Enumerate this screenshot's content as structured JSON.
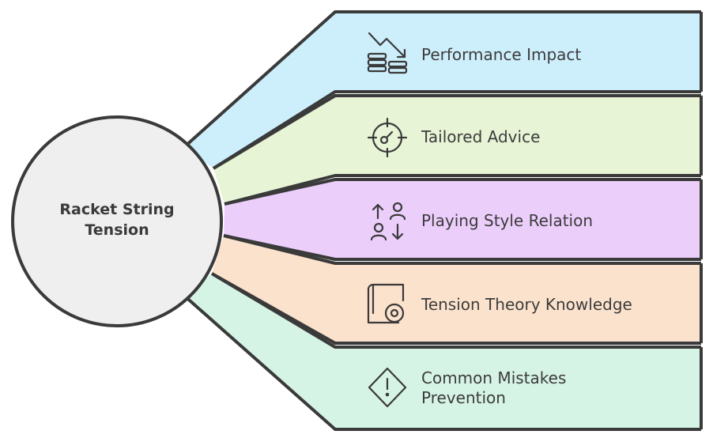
{
  "center": {
    "label_line1": "Racket String",
    "label_line2": "Tension"
  },
  "branches": [
    {
      "lines": [
        "Performance Impact"
      ],
      "icon": "chart-down-coins-icon",
      "color": "#cdeefb"
    },
    {
      "lines": [
        "Tailored Advice"
      ],
      "icon": "target-gauge-icon",
      "color": "#e8f4d6"
    },
    {
      "lines": [
        "Playing Style Relation"
      ],
      "icon": "swap-users-icon",
      "color": "#eccefb"
    },
    {
      "lines": [
        "Tension Theory Knowledge"
      ],
      "icon": "book-disc-icon",
      "color": "#fbe2cd"
    },
    {
      "lines": [
        "Common Mistakes",
        "Prevention"
      ],
      "icon": "warning-diamond-icon",
      "color": "#d6f4e6"
    }
  ],
  "colors": {
    "outline": "#3a3a3a",
    "center_fill": "#efefef"
  }
}
